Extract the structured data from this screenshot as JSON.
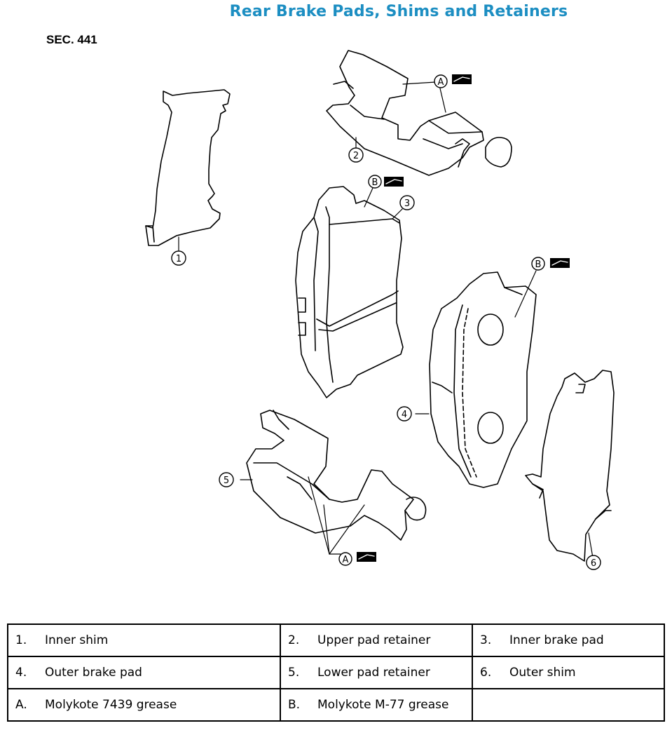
{
  "title": "Rear Brake Pads, Shims and Retainers",
  "section": "SEC. 441",
  "callouts": {
    "c1": "1",
    "c2": "2",
    "c3": "3",
    "c4": "4",
    "c5": "5",
    "c6": "6",
    "a_top": "A",
    "a_bottom": "A",
    "b_upper": "B",
    "b_right": "B"
  },
  "legend": [
    [
      {
        "key": "1.",
        "text": "Inner shim"
      },
      {
        "key": "2.",
        "text": "Upper pad retainer"
      },
      {
        "key": "3.",
        "text": "Inner brake pad"
      }
    ],
    [
      {
        "key": "4.",
        "text": "Outer brake pad"
      },
      {
        "key": "5.",
        "text": "Lower pad retainer"
      },
      {
        "key": "6.",
        "text": "Outer shim"
      }
    ],
    [
      {
        "key": "A.",
        "text": "Molykote 7439 grease"
      },
      {
        "key": "B.",
        "text": "Molykote M-77 grease"
      },
      {
        "key": "",
        "text": ""
      }
    ]
  ]
}
